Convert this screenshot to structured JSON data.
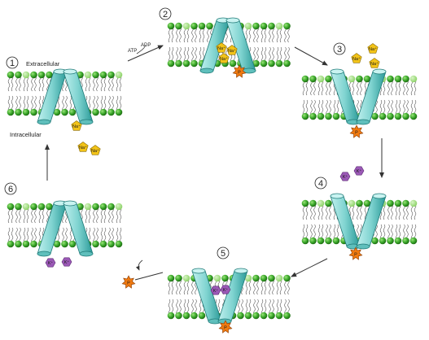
{
  "labels": {
    "extracellular": "Extracellular",
    "intracellular": "Intracellular",
    "atp": "ATP",
    "adp": "ADP"
  },
  "ions": {
    "sodium": "Na⁺",
    "potassium": "K⁺",
    "phosphate": "P"
  },
  "steps": [
    "1",
    "2",
    "3",
    "4",
    "5",
    "6"
  ],
  "colors": {
    "lipid_head": "#2f9a1f",
    "lipid_head_light": "#8fd36a",
    "protein": "#7fd3d0",
    "protein_dark": "#2a9a98",
    "sodium": "#f2c318",
    "potassium": "#9b59b6",
    "phosphate": "#f07a10",
    "arrow": "#333333"
  }
}
